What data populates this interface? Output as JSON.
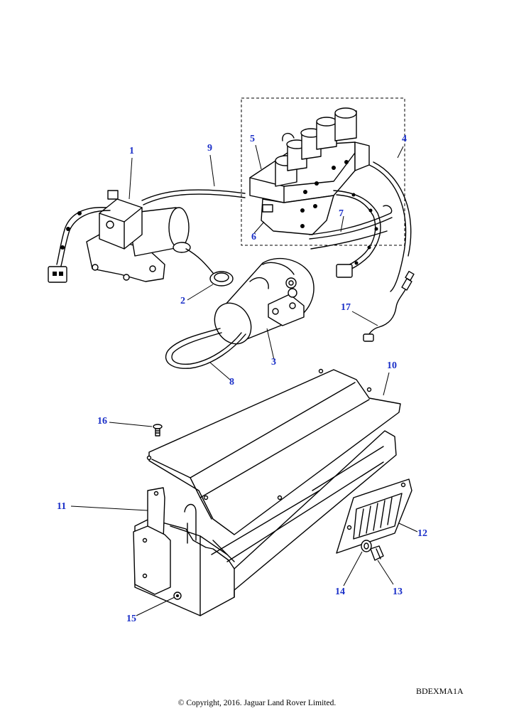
{
  "callouts": [
    {
      "id": "1",
      "label": "1"
    },
    {
      "id": "2",
      "label": "2"
    },
    {
      "id": "3",
      "label": "3"
    },
    {
      "id": "4",
      "label": "4"
    },
    {
      "id": "5",
      "label": "5"
    },
    {
      "id": "6",
      "label": "6"
    },
    {
      "id": "7",
      "label": "7"
    },
    {
      "id": "8",
      "label": "8"
    },
    {
      "id": "9",
      "label": "9"
    },
    {
      "id": "10",
      "label": "10"
    },
    {
      "id": "11",
      "label": "11"
    },
    {
      "id": "12",
      "label": "12"
    },
    {
      "id": "13",
      "label": "13"
    },
    {
      "id": "14",
      "label": "14"
    },
    {
      "id": "15",
      "label": "15"
    },
    {
      "id": "16",
      "label": "16"
    },
    {
      "id": "17",
      "label": "17"
    }
  ],
  "reference_code": "BDEXMA1A",
  "copyright": "© Copyright, 2016. Jaguar Land Rover Limited.",
  "colors": {
    "callout": "#1a2fc8",
    "line": "#000000",
    "background": "#ffffff"
  }
}
